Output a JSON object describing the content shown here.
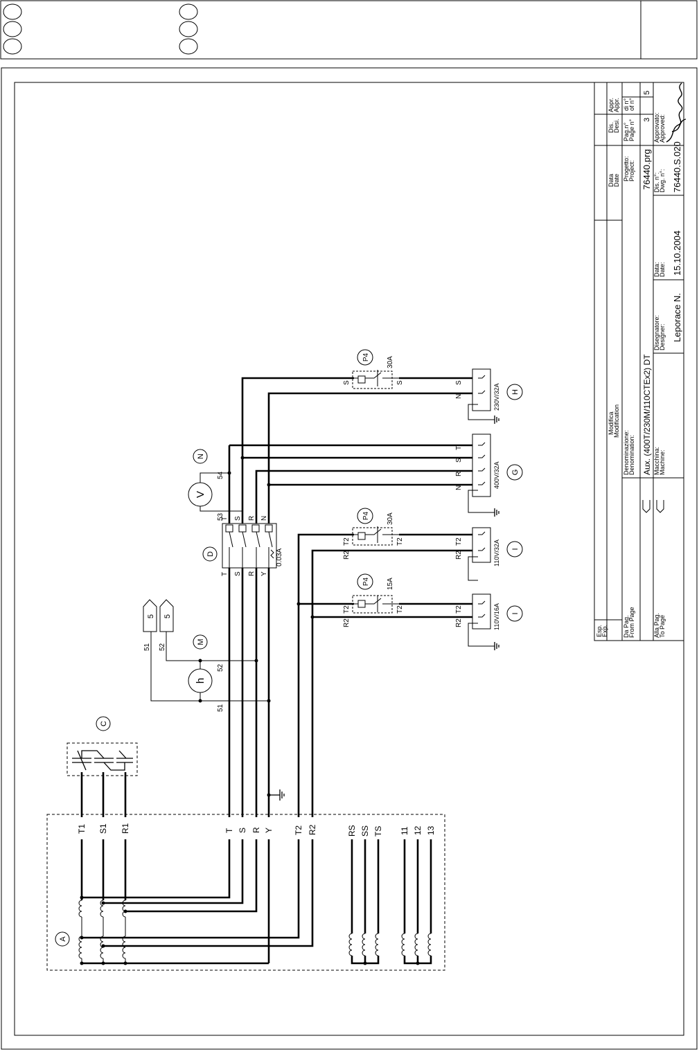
{
  "header": {
    "ovals": [
      "",
      "",
      "",
      "",
      "",
      ""
    ]
  },
  "components": {
    "A": "A",
    "C": "C",
    "D": "D",
    "G": "G",
    "H": "H",
    "I1": "I",
    "I2": "I",
    "M": "M",
    "N": "N",
    "P4a": "P4",
    "P4b": "P4",
    "P4c": "P4"
  },
  "meters": {
    "voltmeter": "V",
    "hourmeter": "h"
  },
  "breaker": {
    "rating": "0.03A",
    "top_labels": [
      "T",
      "S",
      "R",
      "N"
    ],
    "bottom_labels": [
      "T",
      "S",
      "R",
      "Y"
    ]
  },
  "transformer_terminals": {
    "main": [
      "T1",
      "S1",
      "R1",
      "T",
      "S",
      "R",
      "Y",
      "T2",
      "R2"
    ],
    "secondary": [
      "RS",
      "SS",
      "TS"
    ],
    "control": [
      "11",
      "12",
      "13"
    ]
  },
  "wire_numbers": {
    "w51": "51",
    "w52": "52",
    "w53": "53",
    "w54": "54"
  },
  "page_refs": {
    "ref51": "5",
    "ref52": "5",
    "ref51_wire": "51",
    "ref52_wire": "52"
  },
  "fuses": {
    "f1": "15A",
    "f2": "30A",
    "f3": "30A"
  },
  "sockets": {
    "s1": {
      "rating": "110V/16A",
      "pins": [
        "R2",
        "T2"
      ]
    },
    "s2": {
      "rating": "110V/32A",
      "pins": [
        "R2",
        "T2"
      ]
    },
    "s3": {
      "rating": "400V/32A",
      "pins": [
        "N",
        "R",
        "S",
        "T"
      ]
    },
    "s4": {
      "rating": "230V/32A",
      "pins": [
        "N",
        "S"
      ]
    }
  },
  "fuse_pins": {
    "p1": [
      "R2",
      "T2",
      "T2"
    ],
    "p2": [
      "R2",
      "T2",
      "T2"
    ],
    "p3": [
      "S",
      "S"
    ]
  },
  "title_block": {
    "esp": "Esp.",
    "exp": "Exp.",
    "modifica": "Modifica",
    "modification": "Modification",
    "data": "Data",
    "date": "Date",
    "dis": "Dis.",
    "desi": "Desi.",
    "appr1": "Appr.",
    "appr2": "Appr.",
    "denominazione": "Denominazione:",
    "denomination": "Denomination:",
    "denomination_value": "Aux. (400T/230M/110CTEx2) DT",
    "progetto": "Progetto:",
    "project": "Project:",
    "project_value": "76440.prg",
    "pagn": "Pag.n°",
    "pagen": "Page n°",
    "page_value": "3",
    "din": "di n°",
    "ofn": "of n°",
    "of_value": "5",
    "da_pag": "Da Pag.",
    "from_page": "From Page",
    "alla_pag": "Alla Pag.",
    "to_page": "To Page",
    "macchina": "Macchina:",
    "machine": "Machine:",
    "disegnatore": "Disegnatore:",
    "designer": "Designer:",
    "designer_value": "Leporace N.",
    "data2": "Data:",
    "date2": "Date:",
    "date_value": "15.10.2004",
    "disn": "Dis. n°:",
    "dwgn": "Dwg. n°:",
    "dwg_value": "76440.S.020",
    "approvato": "Approvato:",
    "approved": "Approved:"
  }
}
